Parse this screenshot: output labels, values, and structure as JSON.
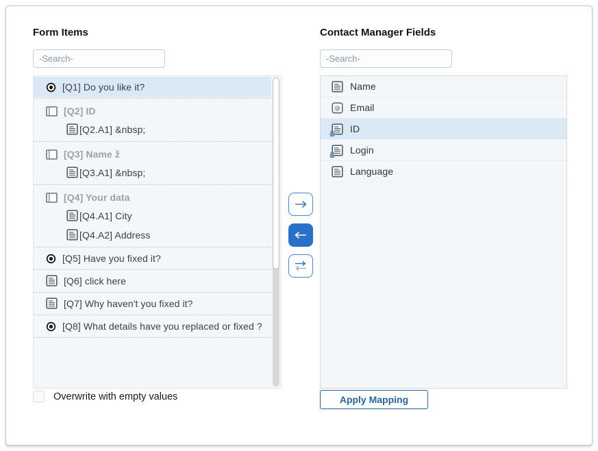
{
  "left_panel": {
    "title": "Form Items",
    "search_placeholder": "-Search-",
    "items": [
      {
        "icon": "radio-selected-icon",
        "label": "[Q1] Do you like it?",
        "selected": true
      },
      {
        "icon": "section-icon",
        "label": "[Q2] ID",
        "muted": true,
        "children": [
          {
            "icon": "text-doc-icon",
            "label": "[Q2.A1] &nbsp;"
          }
        ]
      },
      {
        "icon": "section-icon",
        "label": "[Q3] Name ž",
        "muted": true,
        "children": [
          {
            "icon": "text-doc-icon",
            "label": "[Q3.A1] &nbsp;"
          }
        ]
      },
      {
        "icon": "section-icon",
        "label": "[Q4] Your data",
        "muted": true,
        "children": [
          {
            "icon": "text-doc-icon",
            "label": "[Q4.A1] City"
          },
          {
            "icon": "text-doc-icon",
            "label": "[Q4.A2] Address"
          }
        ]
      },
      {
        "icon": "radio-selected-icon",
        "label": "[Q5] Have you fixed it?"
      },
      {
        "icon": "text-doc-icon",
        "label": "[Q6] click here"
      },
      {
        "icon": "text-doc-icon",
        "label": "[Q7] Why haven't you fixed it?"
      },
      {
        "icon": "radio-selected-icon",
        "label": "[Q8] What details have you replaced or fixed ?"
      }
    ],
    "overwrite_label": "Overwrite with empty values"
  },
  "transfer": {
    "buttons": [
      {
        "icon": "right-arrow-icon",
        "style": "outline"
      },
      {
        "icon": "left-arrow-icon",
        "style": "primary"
      },
      {
        "icon": "swap-arrows-icon",
        "style": "outline"
      }
    ]
  },
  "right_panel": {
    "title": "Contact Manager Fields",
    "search_placeholder": "-Search-",
    "fields": [
      {
        "icon": "text-doc-icon",
        "label": "Name"
      },
      {
        "icon": "email-icon",
        "label": "Email"
      },
      {
        "icon": "text-doc-icon",
        "label": "ID",
        "locked": true,
        "selected": true
      },
      {
        "icon": "text-doc-icon",
        "label": "Login",
        "locked": true
      },
      {
        "icon": "text-doc-icon",
        "label": "Language"
      }
    ],
    "apply_button_label": "Apply Mapping"
  },
  "colors": {
    "accent_blue": "#2a70c8",
    "outline_blue": "#4d86c0",
    "selection_bg": "#dbe8f5",
    "apply_blue": "#2a6496"
  }
}
